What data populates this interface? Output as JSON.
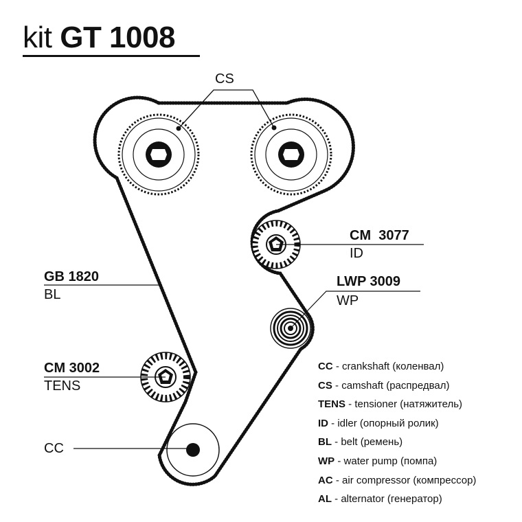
{
  "title": {
    "prefix": "kit",
    "code": "GT 1008"
  },
  "callouts": {
    "cs": "CS",
    "belt": {
      "code": "GB 1820",
      "role": "BL"
    },
    "idler": {
      "code": "CM  3077",
      "role": "ID"
    },
    "water_pump": {
      "code": "LWP 3009",
      "role": "WP"
    },
    "tensioner": {
      "code": "CM 3002",
      "role": "TENS"
    },
    "cc": "CC"
  },
  "legend": [
    {
      "abbr": "CC",
      "desc": "crankshaft (коленвал)"
    },
    {
      "abbr": "CS",
      "desc": "camshaft (распредвал)"
    },
    {
      "abbr": "TENS",
      "desc": "tensioner (натяжитель)"
    },
    {
      "abbr": "ID",
      "desc": "idler (опорный ролик)"
    },
    {
      "abbr": "BL",
      "desc": "belt (ремень)"
    },
    {
      "abbr": "WP",
      "desc": "water pump (помпа)"
    },
    {
      "abbr": "AC",
      "desc": "air compressor (компрессор)"
    },
    {
      "abbr": "AL",
      "desc": "alternator (генератор)"
    }
  ],
  "colors": {
    "ink": "#111111",
    "background": "#ffffff"
  }
}
